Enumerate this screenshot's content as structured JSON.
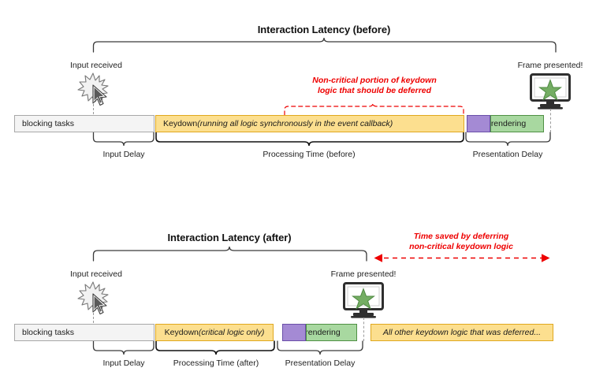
{
  "diagram": {
    "title_before": "Interaction Latency (before)",
    "title_after": "Interaction Latency (after)",
    "colors": {
      "accent_red": "#ee0000",
      "keydown_yellow": "#fcdf8f",
      "keydown_yellow_border": "#e0a81e",
      "rendering_purple": "#a48ad4",
      "rendering_purple_border": "#6a4fa8",
      "presented_green": "#a8d8a0",
      "presented_green_border": "#4f9044",
      "blocking_gray": "#f4f4f4",
      "blocking_gray_border": "#a8a8a8",
      "text_dark": "#1a1a1a"
    }
  },
  "before": {
    "title": "Interaction Latency (before)",
    "input_received_label": "Input received",
    "frame_presented_label": "Frame presented!",
    "red_note_line1": "Non-critical portion of keydown",
    "red_note_line2": "logic that should be deferred",
    "bars": [
      {
        "id": "blocking-tasks",
        "label": "blocking tasks",
        "italic_label": ""
      },
      {
        "id": "keydown",
        "label": "Keydown ",
        "italic_label": "(running all logic synchronously in the event callback)"
      },
      {
        "id": "rendering-purple",
        "label": "",
        "italic_label": ""
      },
      {
        "id": "rendering-green",
        "label": "rendering",
        "italic_label": ""
      }
    ],
    "brackets": [
      {
        "id": "input-delay",
        "label": "Input Delay"
      },
      {
        "id": "processing-time",
        "label": "Processing Time (before)"
      },
      {
        "id": "presentation-delay",
        "label": "Presentation Delay"
      }
    ]
  },
  "after": {
    "title": "Interaction Latency (after)",
    "input_received_label": "Input received",
    "frame_presented_label": "Frame presented!",
    "red_note_line1": "Time saved by deferring",
    "red_note_line2": "non-critical keydown logic",
    "bars": [
      {
        "id": "blocking-tasks",
        "label": "blocking tasks",
        "italic_label": ""
      },
      {
        "id": "keydown",
        "label": "Keydown ",
        "italic_label": "(critical logic only)"
      },
      {
        "id": "rendering-purple",
        "label": "",
        "italic_label": ""
      },
      {
        "id": "rendering-green",
        "label": "rendering",
        "italic_label": ""
      },
      {
        "id": "deferred",
        "label": "",
        "italic_label": "All other keydown logic that was deferred..."
      }
    ],
    "brackets": [
      {
        "id": "input-delay",
        "label": "Input Delay"
      },
      {
        "id": "processing-time",
        "label": "Processing Time (after)"
      },
      {
        "id": "presentation-delay",
        "label": "Presentation Delay"
      }
    ]
  },
  "icons": {
    "burst": "click-burst-icon",
    "cursor": "mouse-cursor-icon",
    "monitor": "monitor-icon",
    "star": "star-icon"
  }
}
